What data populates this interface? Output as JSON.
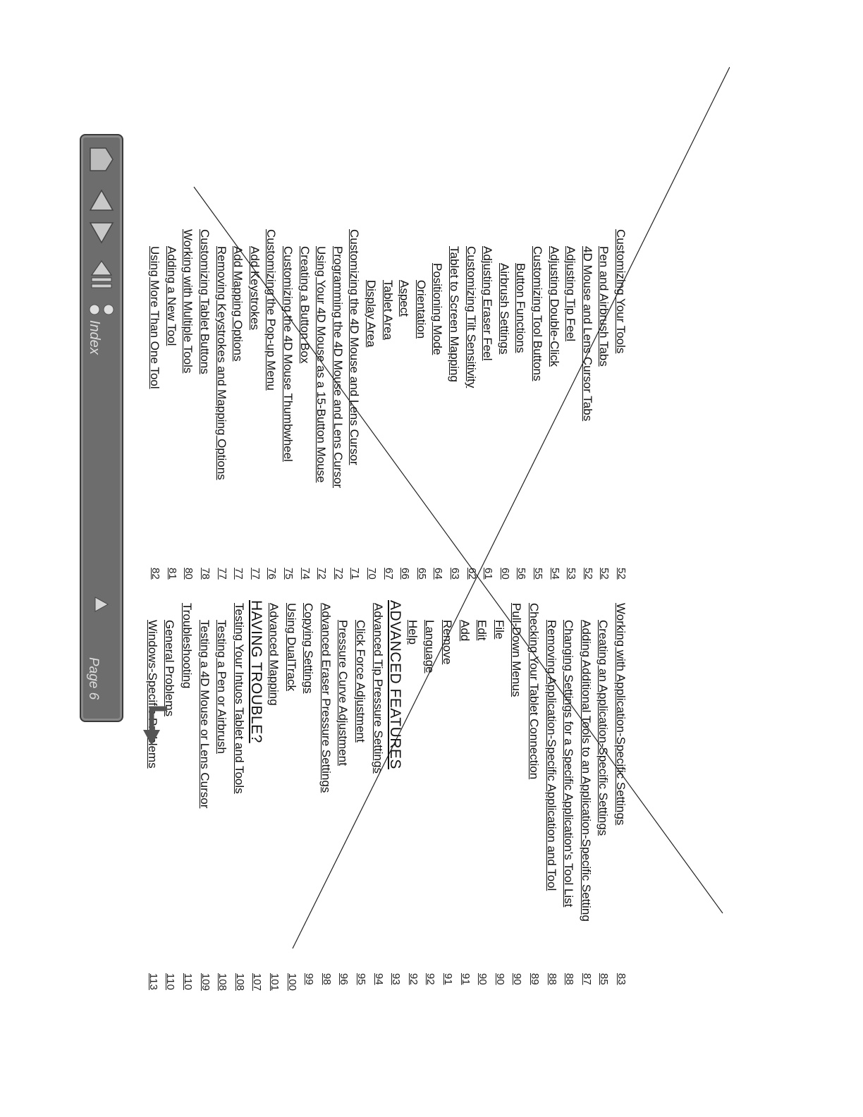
{
  "toc": {
    "left_column": [
      {
        "label": "Customizing Your Tools",
        "level": 0
      },
      {
        "label": "Pen and Airbrush Tabs",
        "level": 1
      },
      {
        "label": "4D Mouse and Lens Cursor Tabs",
        "level": 1
      },
      {
        "label": "Adjusting Tip Feel",
        "level": 1
      },
      {
        "label": "Adjusting Double-Click",
        "level": 1
      },
      {
        "label": "Customizing Tool Buttons",
        "level": 1
      },
      {
        "label": "Button Functions",
        "level": 2
      },
      {
        "label": "Airbrush Settings",
        "level": 2
      },
      {
        "label": "Adjusting Eraser Feel",
        "level": 1
      },
      {
        "label": "Customizing Tilt Sensitivity",
        "level": 1
      },
      {
        "label": "Tablet to Screen Mapping",
        "level": 1
      },
      {
        "label": "Positioning Mode",
        "level": 2
      },
      {
        "label": "Orientation",
        "level": 3
      },
      {
        "label": "Aspect",
        "level": 3
      },
      {
        "label": "Tablet Area",
        "level": 3
      },
      {
        "label": "Display Area",
        "level": 3
      },
      {
        "label": "Customizing the 4D Mouse and Lens Cursor",
        "level": 0
      },
      {
        "label": "Programming the 4D Mouse and Lens Cursor",
        "level": 1
      },
      {
        "label": "Using Your 4D Mouse as a 15-Button Mouse",
        "level": 1
      },
      {
        "label": "Creating a Button Box",
        "level": 1
      },
      {
        "label": "Customizing the 4D Mouse Thumbwheel",
        "level": 1
      },
      {
        "label": "Customizing the Pop-up Menu",
        "level": 0
      },
      {
        "label": "Add Keystrokes",
        "level": 1
      },
      {
        "label": "Add Mapping Options",
        "level": 1
      },
      {
        "label": "Removing Keystrokes and Mapping Options",
        "level": 1
      },
      {
        "label": "Customizing Tablet Buttons",
        "level": 0
      },
      {
        "label": "Working with Multiple Tools",
        "level": 0
      },
      {
        "label": "Adding a New Tool",
        "level": 1
      },
      {
        "label": "Using More Than One Tool",
        "level": 1
      }
    ],
    "left_pages": [
      "52",
      "52",
      "52",
      "53",
      "54",
      "55",
      "56",
      "60",
      "61",
      "62",
      "63",
      "64",
      "65",
      "66",
      "67",
      "70",
      "71",
      "72",
      "72",
      "74",
      "75",
      "76",
      "77",
      "77",
      "77",
      "78",
      "80",
      "81",
      "82"
    ],
    "right_column": [
      {
        "label": "Working with Application-Specific Settings",
        "level": 0
      },
      {
        "label": "Creating an Application-Specific Settings",
        "level": 1
      },
      {
        "label": "Adding Additional Tools to an Application-Specific Setting",
        "level": 1
      },
      {
        "label": "Changing Settings for a Specific Application's Tool List",
        "level": 1
      },
      {
        "label": "Removing Application-Specific Application and Tool",
        "level": 1
      },
      {
        "label": "Checking Your Tablet Connection",
        "level": 0
      },
      {
        "label": "Pull-Down Menus",
        "level": 0
      },
      {
        "label": "File",
        "level": 1
      },
      {
        "label": "Edit",
        "level": 1
      },
      {
        "label": "Add",
        "level": 1
      },
      {
        "label": "Remove",
        "level": 1
      },
      {
        "label": "Language",
        "level": 1
      },
      {
        "label": "Help",
        "level": 1
      },
      {
        "label": "ADVANCED FEATURES",
        "level": -1
      },
      {
        "label": "Advanced Tip Pressure Settings",
        "level": 0
      },
      {
        "label": "Click Force Adjustment",
        "level": 1
      },
      {
        "label": "Pressure Curve Adjustment",
        "level": 1
      },
      {
        "label": "Advanced Eraser Pressure Settings",
        "level": 0
      },
      {
        "label": "Copying Settings",
        "level": 0
      },
      {
        "label": "Using DualTrack",
        "level": 0
      },
      {
        "label": "Advanced Mapping",
        "level": 0
      },
      {
        "label": "HAVING TROUBLE?",
        "level": -1
      },
      {
        "label": "Testing Your Intuos Tablet and Tools",
        "level": 0
      },
      {
        "label": "Testing a Pen or Airbrush",
        "level": 1
      },
      {
        "label": "Testing a 4D Mouse or Lens Cursor",
        "level": 1
      },
      {
        "label": "Troubleshooting",
        "level": 0
      },
      {
        "label": "General Problems",
        "level": 1
      },
      {
        "label": "Windows-Specific Problems",
        "level": 1
      }
    ],
    "right_pages": [
      "83",
      "85",
      "87",
      "88",
      "88",
      "89",
      "90",
      "90",
      "90",
      "91",
      "91",
      "92",
      "92",
      "93",
      "94",
      "95",
      "96",
      "98",
      "99",
      "100",
      "101",
      "107",
      "108",
      "108",
      "109",
      "110",
      "110",
      "113"
    ]
  },
  "navbar": {
    "index_label": "Index",
    "page_label": "Page 6",
    "buttons": [
      "home",
      "previous",
      "next",
      "back",
      "forward",
      "contents",
      "index",
      "up"
    ]
  },
  "colors": {
    "navbar_bg": "#6d6d6d",
    "text": "#111111"
  }
}
